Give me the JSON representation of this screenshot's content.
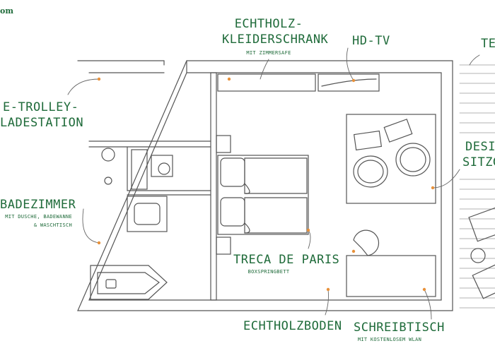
{
  "brand_fragment": "om",
  "labels": {
    "wardrobe_title_1": "ECHTHOLZ-",
    "wardrobe_title_2": "KLEIDERSCHRANK",
    "wardrobe_sub": "MIT ZIMMERSAFE",
    "tv": "HD-TV",
    "terrace": "TER",
    "etrolley_1": "E-TROLLEY-",
    "etrolley_2": "LADESTATION",
    "design_1": "DESIG",
    "design_2": "SITZGR",
    "bathroom_title": "BADEZIMMER",
    "bathroom_sub_1": "MIT DUSCHE, BADEWANNE",
    "bathroom_sub_2": "& WASCHTISCH",
    "bed_title": "TRECA DE PARIS",
    "bed_sub": "BOXSPRINGBETT",
    "floor": "ECHTHOLZBODEN",
    "desk_title": "SCHREIBTISCH",
    "desk_sub": "MIT KOSTENLOSEM WLAN"
  },
  "colors": {
    "label_green": "#1f6b3a",
    "marker_orange": "#e8913a",
    "line_gray": "#555555"
  }
}
